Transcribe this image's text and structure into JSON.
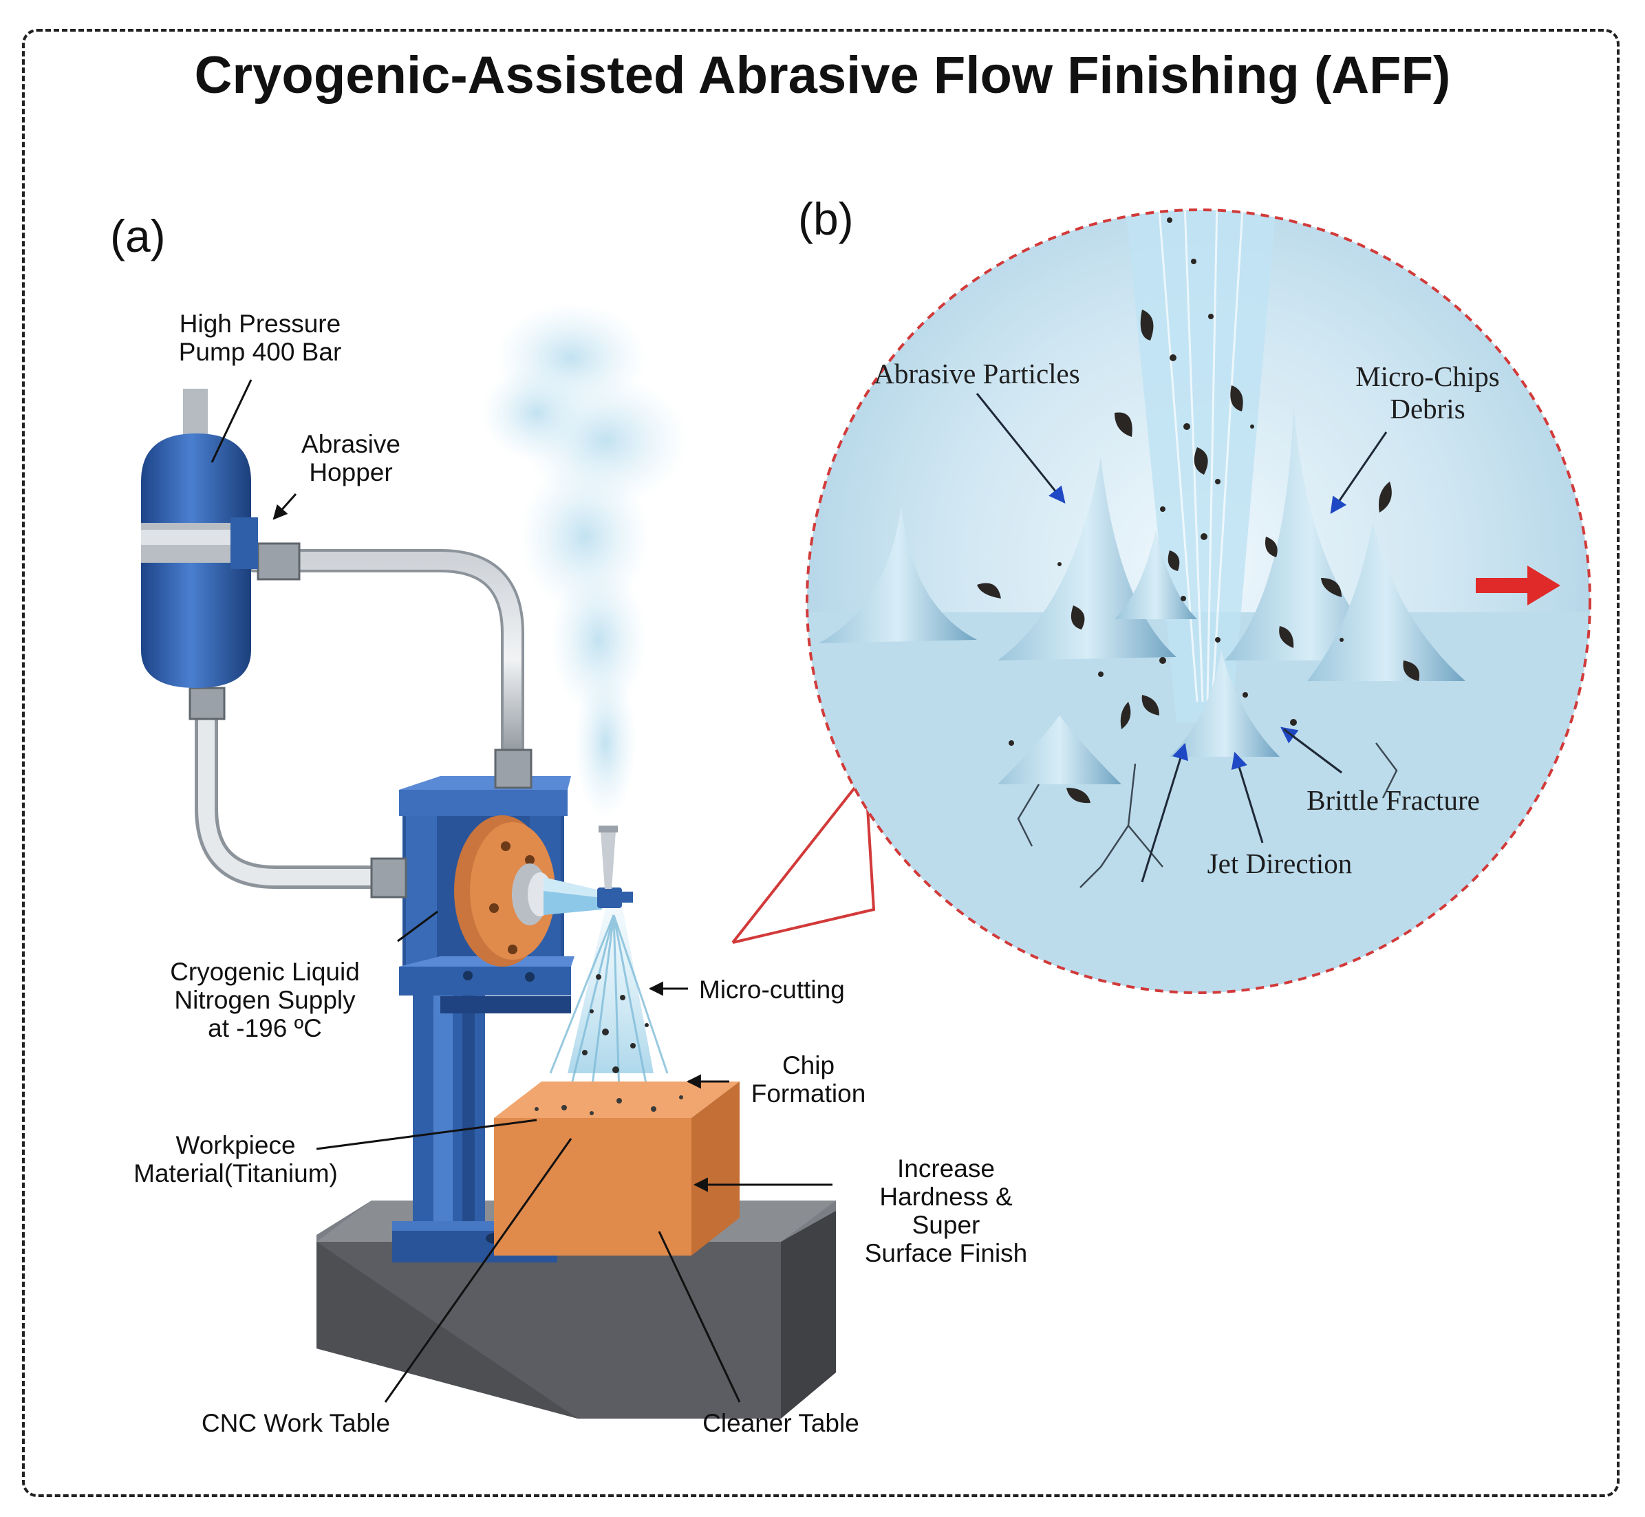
{
  "title": "Cryogenic-Assisted Abrasive Flow Finishing (AFF)",
  "panels": {
    "a": "(a)",
    "b": "(b)"
  },
  "machine_labels": {
    "pump": [
      "High Pressure",
      "Pump 400 Bar"
    ],
    "hopper": [
      "Abrasive",
      "Hopper"
    ],
    "cryo": [
      "Cryogenic Liquid",
      "Nitrogen Supply",
      "at -196 ºC"
    ],
    "micro_cutting": "Micro-cutting",
    "chip": [
      "Chip",
      "Formation"
    ],
    "workpiece": [
      "Workpiece",
      "Material(Titanium)"
    ],
    "hardness": [
      "Increase",
      "Hardness &",
      "Super",
      "Surface Finish"
    ],
    "cnc": "CNC Work Table",
    "cleaner": "Cleaner Table"
  },
  "zoom_labels": {
    "abrasive_particles": "Abrasive Particles",
    "micro_chips": [
      "Micro-Chips",
      "Debris"
    ],
    "brittle_fracture": "Brittle Fracture",
    "jet_direction": "Jet Direction"
  },
  "colors": {
    "machine_blue": "#2f5fa8",
    "workpiece_orange": "#e08a4c",
    "base_gray": "#5b5d62",
    "zoom_border": "#d23a3a",
    "arrow_red": "#e02a2a",
    "ice": "#cfe6f2"
  },
  "icons": [
    "arrow-icon",
    "red-arrow-icon"
  ]
}
